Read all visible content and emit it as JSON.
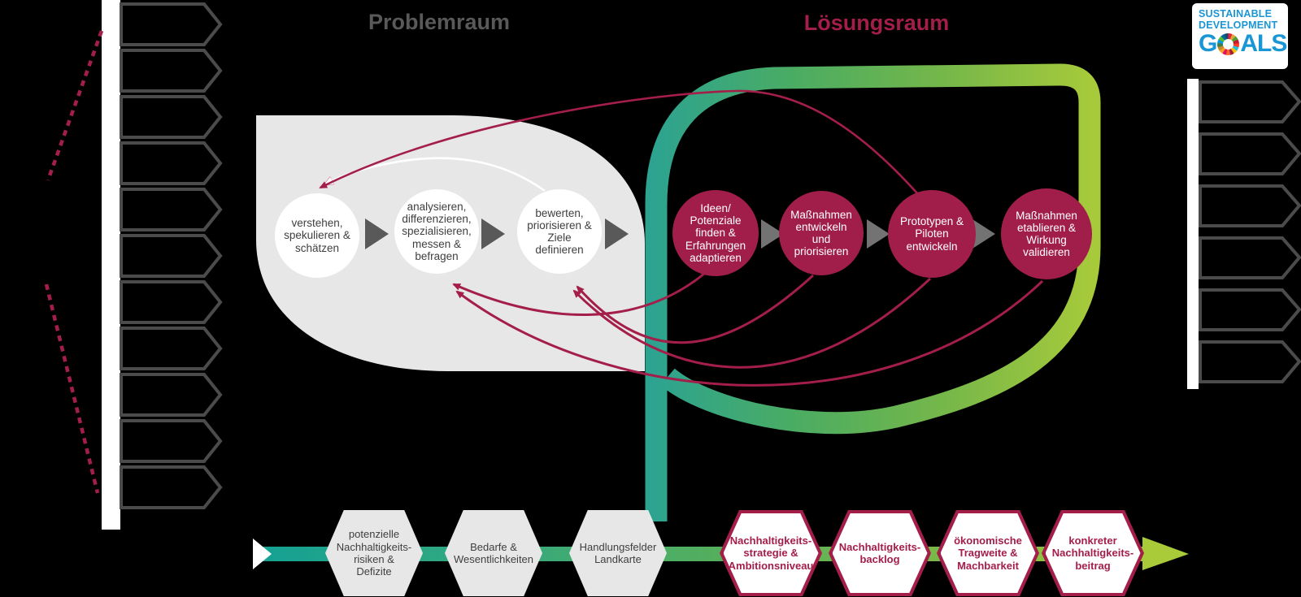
{
  "headings": {
    "problem_space": "Problemraum",
    "solution_space": "Lösungsraum"
  },
  "sdg_logo": {
    "line1": "SUSTAINABLE",
    "line2": "DEVELOPMENT",
    "goals_before": "G",
    "goals_after": "ALS"
  },
  "problem_steps": [
    "verstehen, spekulieren & schätzen",
    "analysieren, differenzieren, spezialisieren, messen & befragen",
    "bewerten, priorisieren & Ziele definieren"
  ],
  "solution_steps": [
    "Ideen/ Potenziale finden & Erfahrungen adaptieren",
    "Maßnahmen entwickeln und priorisieren",
    "Prototypen & Piloten entwickeln",
    "Maßnahmen etablieren & Wirkung validieren"
  ],
  "roadmap_steps": [
    "potenzielle Nachhaltigkeits-risiken & Defizite",
    "Bedarfe & Wesentlichkeiten",
    "Handlungsfelder Landkarte",
    "Nachhaltigkeits-strategie & Ambitionsniveau",
    "Nachhaltigkeits-backlog",
    "ökonomische Tragweite & Machbarkeit",
    "konkreter Nachhaltigkeits-beitrag"
  ],
  "side_lists": {
    "left_item_count": 11,
    "right_item_count": 6
  },
  "colors": {
    "crimson": "#A31E49",
    "gray_heading": "#595959",
    "teal": "#2CA391",
    "mid_green": "#55AF5C",
    "lime": "#A8CB3A",
    "blob_gray": "#E8E7E7",
    "sdg_blue": "#1A96D4",
    "chevron_outline": "#4B4B4B"
  }
}
